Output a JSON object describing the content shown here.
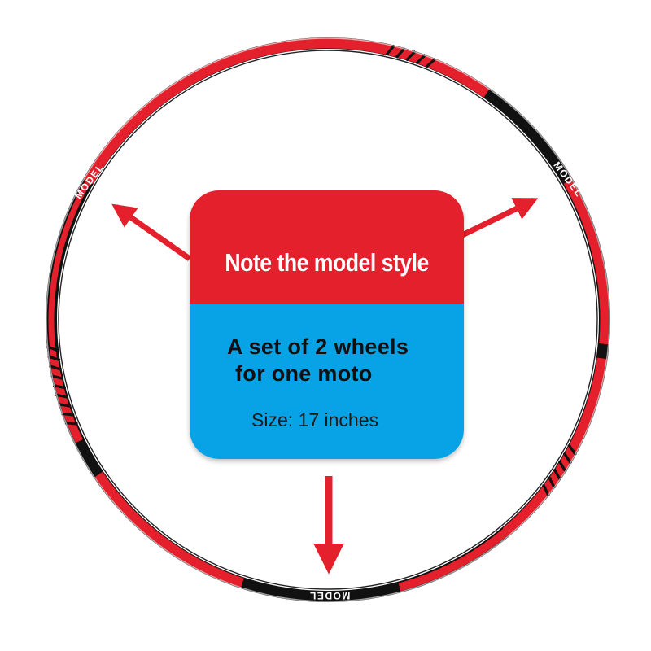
{
  "card": {
    "title": "Note the model style",
    "line1": "A set of 2 wheels",
    "line2": "for one moto",
    "size_text": "Size: 17 inches"
  },
  "rim_labels": {
    "upper_left": "MODEL",
    "upper_right": "MODEL",
    "bottom": "MODEL"
  },
  "colors": {
    "red": "#e4202c",
    "blue": "#07a3e6",
    "black": "#111111",
    "white": "#ffffff"
  }
}
